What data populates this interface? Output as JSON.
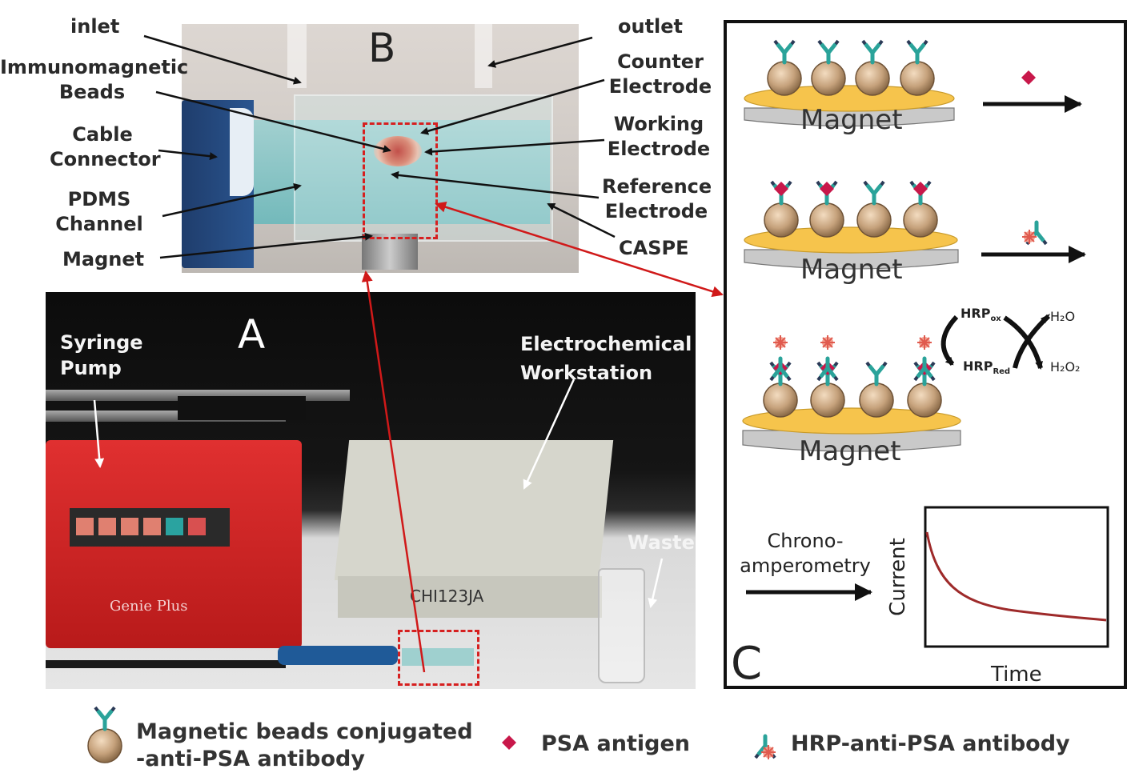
{
  "panel_b": {
    "letter": "B",
    "labels": {
      "inlet": "inlet",
      "outlet": "outlet",
      "beads": [
        "Immunomagnetic",
        "Beads"
      ],
      "cable": [
        "Cable",
        "Connector"
      ],
      "pdms": [
        "PDMS",
        "Channel"
      ],
      "magnet": "Magnet",
      "counter": [
        "Counter",
        "Electrode"
      ],
      "working": [
        "Working",
        "Electrode"
      ],
      "reference": [
        "Reference",
        "Electrode"
      ],
      "caspe": "CASPE"
    }
  },
  "panel_a": {
    "letter": "A",
    "labels": {
      "syringe": [
        "Syringe",
        "Pump"
      ],
      "workstation": [
        "Electrochemical",
        "Workstation"
      ],
      "waste": "Waste",
      "pump_brand": "Genie Plus",
      "device_id": "CHI123JA"
    }
  },
  "panel_c": {
    "letter": "C",
    "magnet_label": "Magnet",
    "reaction": {
      "hrp_ox": "HRP",
      "hrp_ox_sub": "ox",
      "hrp_red": "HRP",
      "hrp_red_sub": "Red",
      "h2o": "H₂O",
      "h2o2": "H₂O₂"
    },
    "method": [
      "Chrono-",
      "amperometry"
    ],
    "plot": {
      "ylabel": "Current",
      "xlabel": "Time"
    }
  },
  "legend": {
    "beads": [
      "Magnetic beads conjugated",
      "-anti-PSA antibody"
    ],
    "antigen": "PSA antigen",
    "antibody": "HRP-anti-PSA antibody"
  },
  "colors": {
    "antigen": "#c8184a",
    "antibody_teal": "#2aa39a",
    "antibody_dark": "#2b3a57",
    "bead": "#c6a27c",
    "magnet_top": "#f6c44c",
    "arrow_red": "#d01919",
    "curve": "#9e2a2a"
  }
}
